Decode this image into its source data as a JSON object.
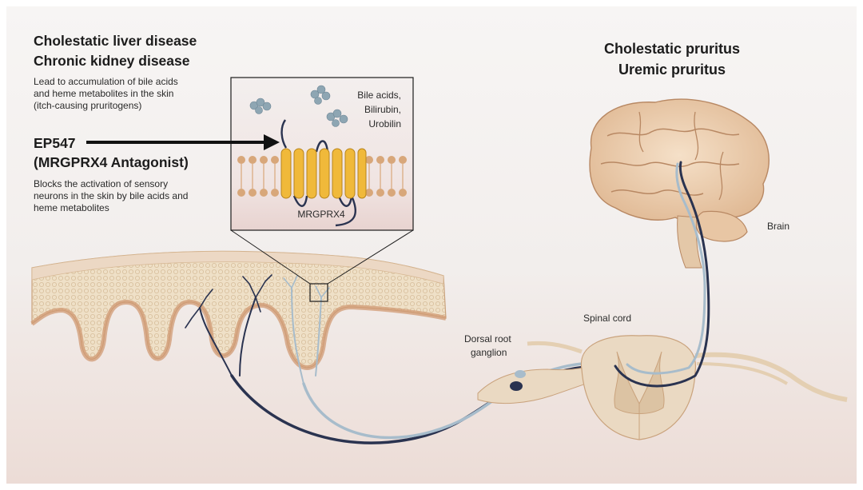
{
  "left_panel": {
    "title_line1": "Cholestatic liver disease",
    "title_line2": "Chronic kidney disease",
    "desc_line1": "Lead to accumulation of bile acids",
    "desc_line2": "and heme metabolites in the skin",
    "desc_line3": "(itch-causing pruritogens)",
    "drug_name": "EP547",
    "drug_class": "(MRGPRX4 Antagonist)",
    "drug_desc_line1": "Blocks the activation of sensory",
    "drug_desc_line2": "neurons in the skin by bile acids and",
    "drug_desc_line3": "heme metabolites"
  },
  "inset": {
    "ligand_line1": "Bile acids,",
    "ligand_line2": "Bilirubin,",
    "ligand_line3": "Urobilin",
    "receptor_label": "MRGPRX4"
  },
  "right_panel": {
    "title_line1": "Cholestatic pruritus",
    "title_line2": "Uremic pruritus"
  },
  "anatomy_labels": {
    "brain": "Brain",
    "spinal_cord": "Spinal cord",
    "drg_line1": "Dorsal root",
    "drg_line2": "ganglion"
  },
  "colors": {
    "background": "#f4f0ef",
    "skin_fill": "#e8d1b4",
    "receptor": "#f0b93a",
    "nerve_dark": "#2a3350",
    "nerve_light": "#a7bccb",
    "brain": "#efd2b5"
  }
}
